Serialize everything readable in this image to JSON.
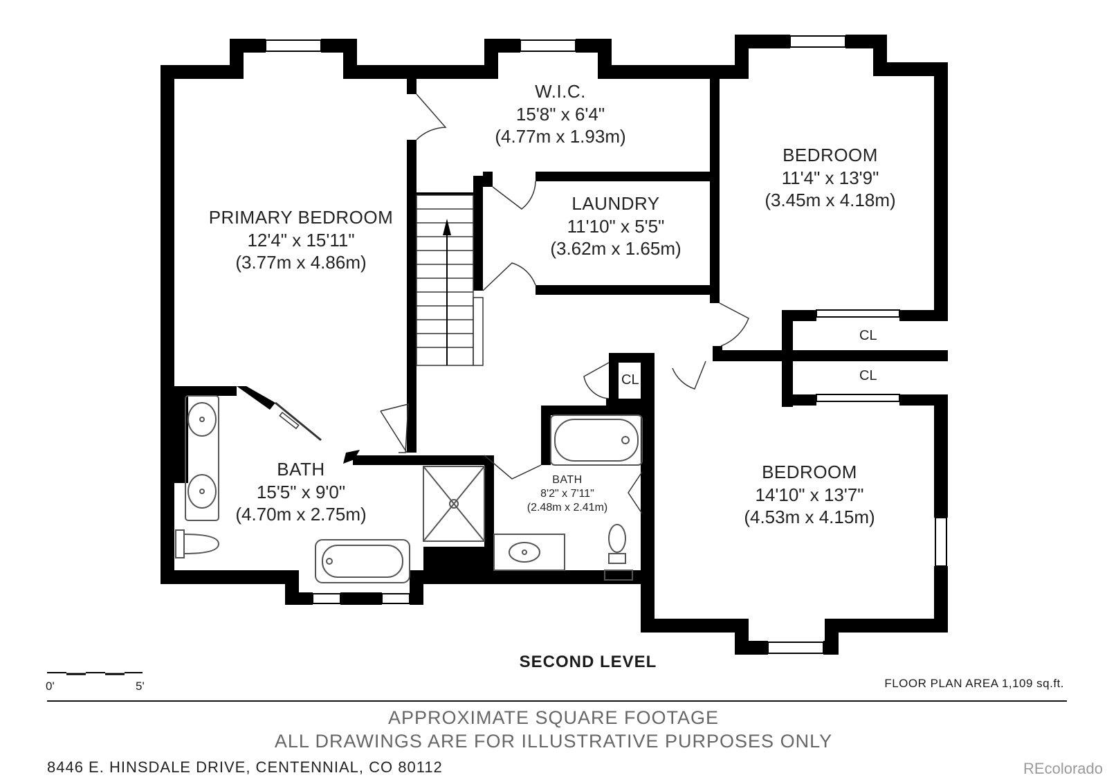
{
  "rooms": {
    "wic": {
      "name": "W.I.C.",
      "imperial": "15'8\" x 6'4\"",
      "metric": "(4.77m x 1.93m)"
    },
    "laundry": {
      "name": "LAUNDRY",
      "imperial": "11'10\" x 5'5\"",
      "metric": "(3.62m x 1.65m)"
    },
    "primary_bedroom": {
      "name": "PRIMARY BEDROOM",
      "imperial": "12'4\" x 15'11\"",
      "metric": "(3.77m x 4.86m)"
    },
    "bedroom_1": {
      "name": "BEDROOM",
      "imperial": "11'4\" x 13'9\"",
      "metric": "(3.45m x 4.18m)"
    },
    "bedroom_2": {
      "name": "BEDROOM",
      "imperial": "14'10\" x 13'7\"",
      "metric": "(4.53m x 4.15m)"
    },
    "primary_bath": {
      "name": "BATH",
      "imperial": "15'5\" x 9'0\"",
      "metric": "(4.70m x 2.75m)"
    },
    "hall_bath": {
      "name": "BATH",
      "imperial": "8'2\" x 7'11\"",
      "metric": "(2.48m x 2.41m)"
    },
    "closet_a": {
      "name": "CL"
    },
    "closet_b": {
      "name": "CL"
    },
    "closet_c": {
      "name": "CL"
    }
  },
  "level_title": "SECOND LEVEL",
  "scale": {
    "start": "0'",
    "end": "5'"
  },
  "floor_plan_area": "FLOOR PLAN AREA 1,109 sq.ft.",
  "disclaimer": {
    "line1": "APPROXIMATE SQUARE FOOTAGE",
    "line2": "ALL DRAWINGS ARE FOR ILLUSTRATIVE PURPOSES ONLY"
  },
  "address": "8446 E. HINSDALE DRIVE, CENTENNIAL, CO 80112",
  "brand": "REcolorado",
  "colors": {
    "wall": "#000000",
    "fixture": "#555555",
    "disclaimer": "#666666",
    "brand": "#9a9a9a"
  }
}
